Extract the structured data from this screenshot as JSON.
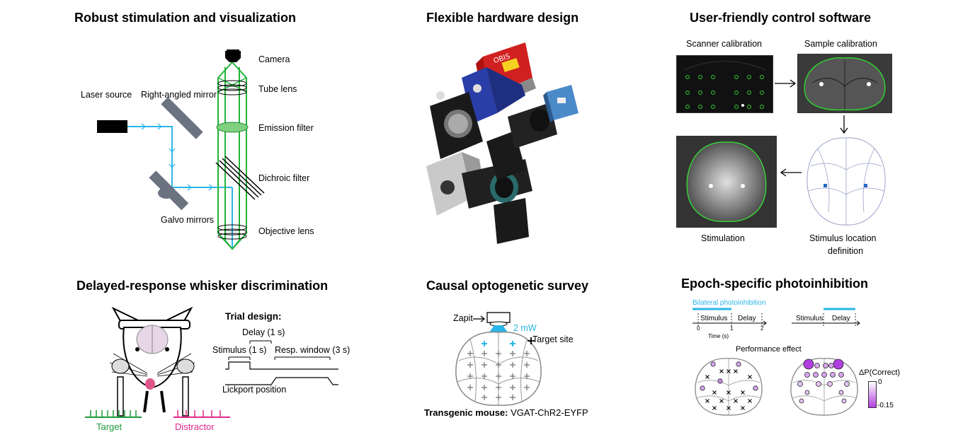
{
  "panels": {
    "stimulation": {
      "title": "Robust stimulation and visualization",
      "labels": {
        "laser": "Laser source",
        "right_mirror": "Right-angled mirror",
        "camera": "Camera",
        "tube_lens": "Tube lens",
        "emission": "Emission filter",
        "dichroic": "Dichroic filter",
        "galvo": "Galvo mirrors",
        "objective": "Objective lens"
      },
      "colors": {
        "laser_beam": "#29b6e8",
        "emission_beam": "#22b33a",
        "mirror": "#6b7280"
      }
    },
    "hardware": {
      "title": "Flexible hardware design",
      "laser_box_text": "OBIS"
    },
    "software": {
      "title": "User-friendly control software",
      "labels": {
        "scanner": "Scanner calibration",
        "sample": "Sample calibration",
        "stimulation": "Stimulation",
        "stimulus_loc_1": "Stimulus location",
        "stimulus_loc_2": "definition"
      }
    },
    "whisker": {
      "title": "Delayed-response whisker discrimination",
      "trial_design": "Trial design:",
      "delay": "Delay (1 s)",
      "stimulus": "Stimulus (1 s)",
      "resp_window": "Resp. window (3 s)",
      "lickport": "Lickport position",
      "target": "Target",
      "distractor": "Distractor",
      "colors": {
        "target": "#1f9a3a",
        "distractor": "#e0268a"
      }
    },
    "survey": {
      "title": "Causal optogenetic survey",
      "zapit": "Zapit",
      "power": "2 mW",
      "target_site": "Target site",
      "transgenic_label": "Transgenic mouse:",
      "transgenic_value": "VGAT-ChR2-EYFP",
      "colors": {
        "power": "#29b6e8"
      }
    },
    "epoch": {
      "title": "Epoch-specific photoinhibition",
      "bilateral": "Bilateral photoinhibition",
      "stimulus": "Stimulus",
      "delay": "Delay",
      "ticks": [
        "0",
        "1",
        "2"
      ],
      "time": "Time (s)",
      "performance": "Performance effect",
      "colorbar_label": "ΔP(Correct)",
      "cb_max": "0",
      "cb_min": "-0.15",
      "colors": {
        "bar": "#29b6e8",
        "effect": "#b13fe0"
      }
    }
  }
}
